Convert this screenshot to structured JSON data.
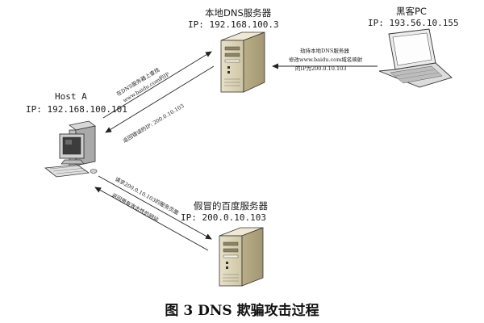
{
  "nodes": {
    "host_a": {
      "name": "Host A",
      "ip": "IP: 192.168.100.101"
    },
    "local_dns": {
      "name": "本地DNS服务器",
      "ip": "IP: 192.168.100.3"
    },
    "hacker_pc": {
      "name": "黑客PC",
      "ip": "IP: 193.56.10.155"
    },
    "fake_baidu": {
      "name": "假冒的百度服务器",
      "ip": "IP: 200.0.10.103"
    }
  },
  "edges": {
    "query_label": "在DNS服务器上查找",
    "query_label_2": "www.baidu.com的IP",
    "reply_label": "返回错误的IP: 200.0.10.103",
    "hijack_label": "劫持本地DNS服务器",
    "hijack_label_2": "修改www.baidu.com域名映射",
    "hijack_label_3": "的IP为200.0.10.103",
    "request_label": "请求200.0.10.103的服务页面",
    "malicious_label": "返回带有攻击性的网站"
  },
  "caption": "图 3    DNS 欺骗攻击过程"
}
